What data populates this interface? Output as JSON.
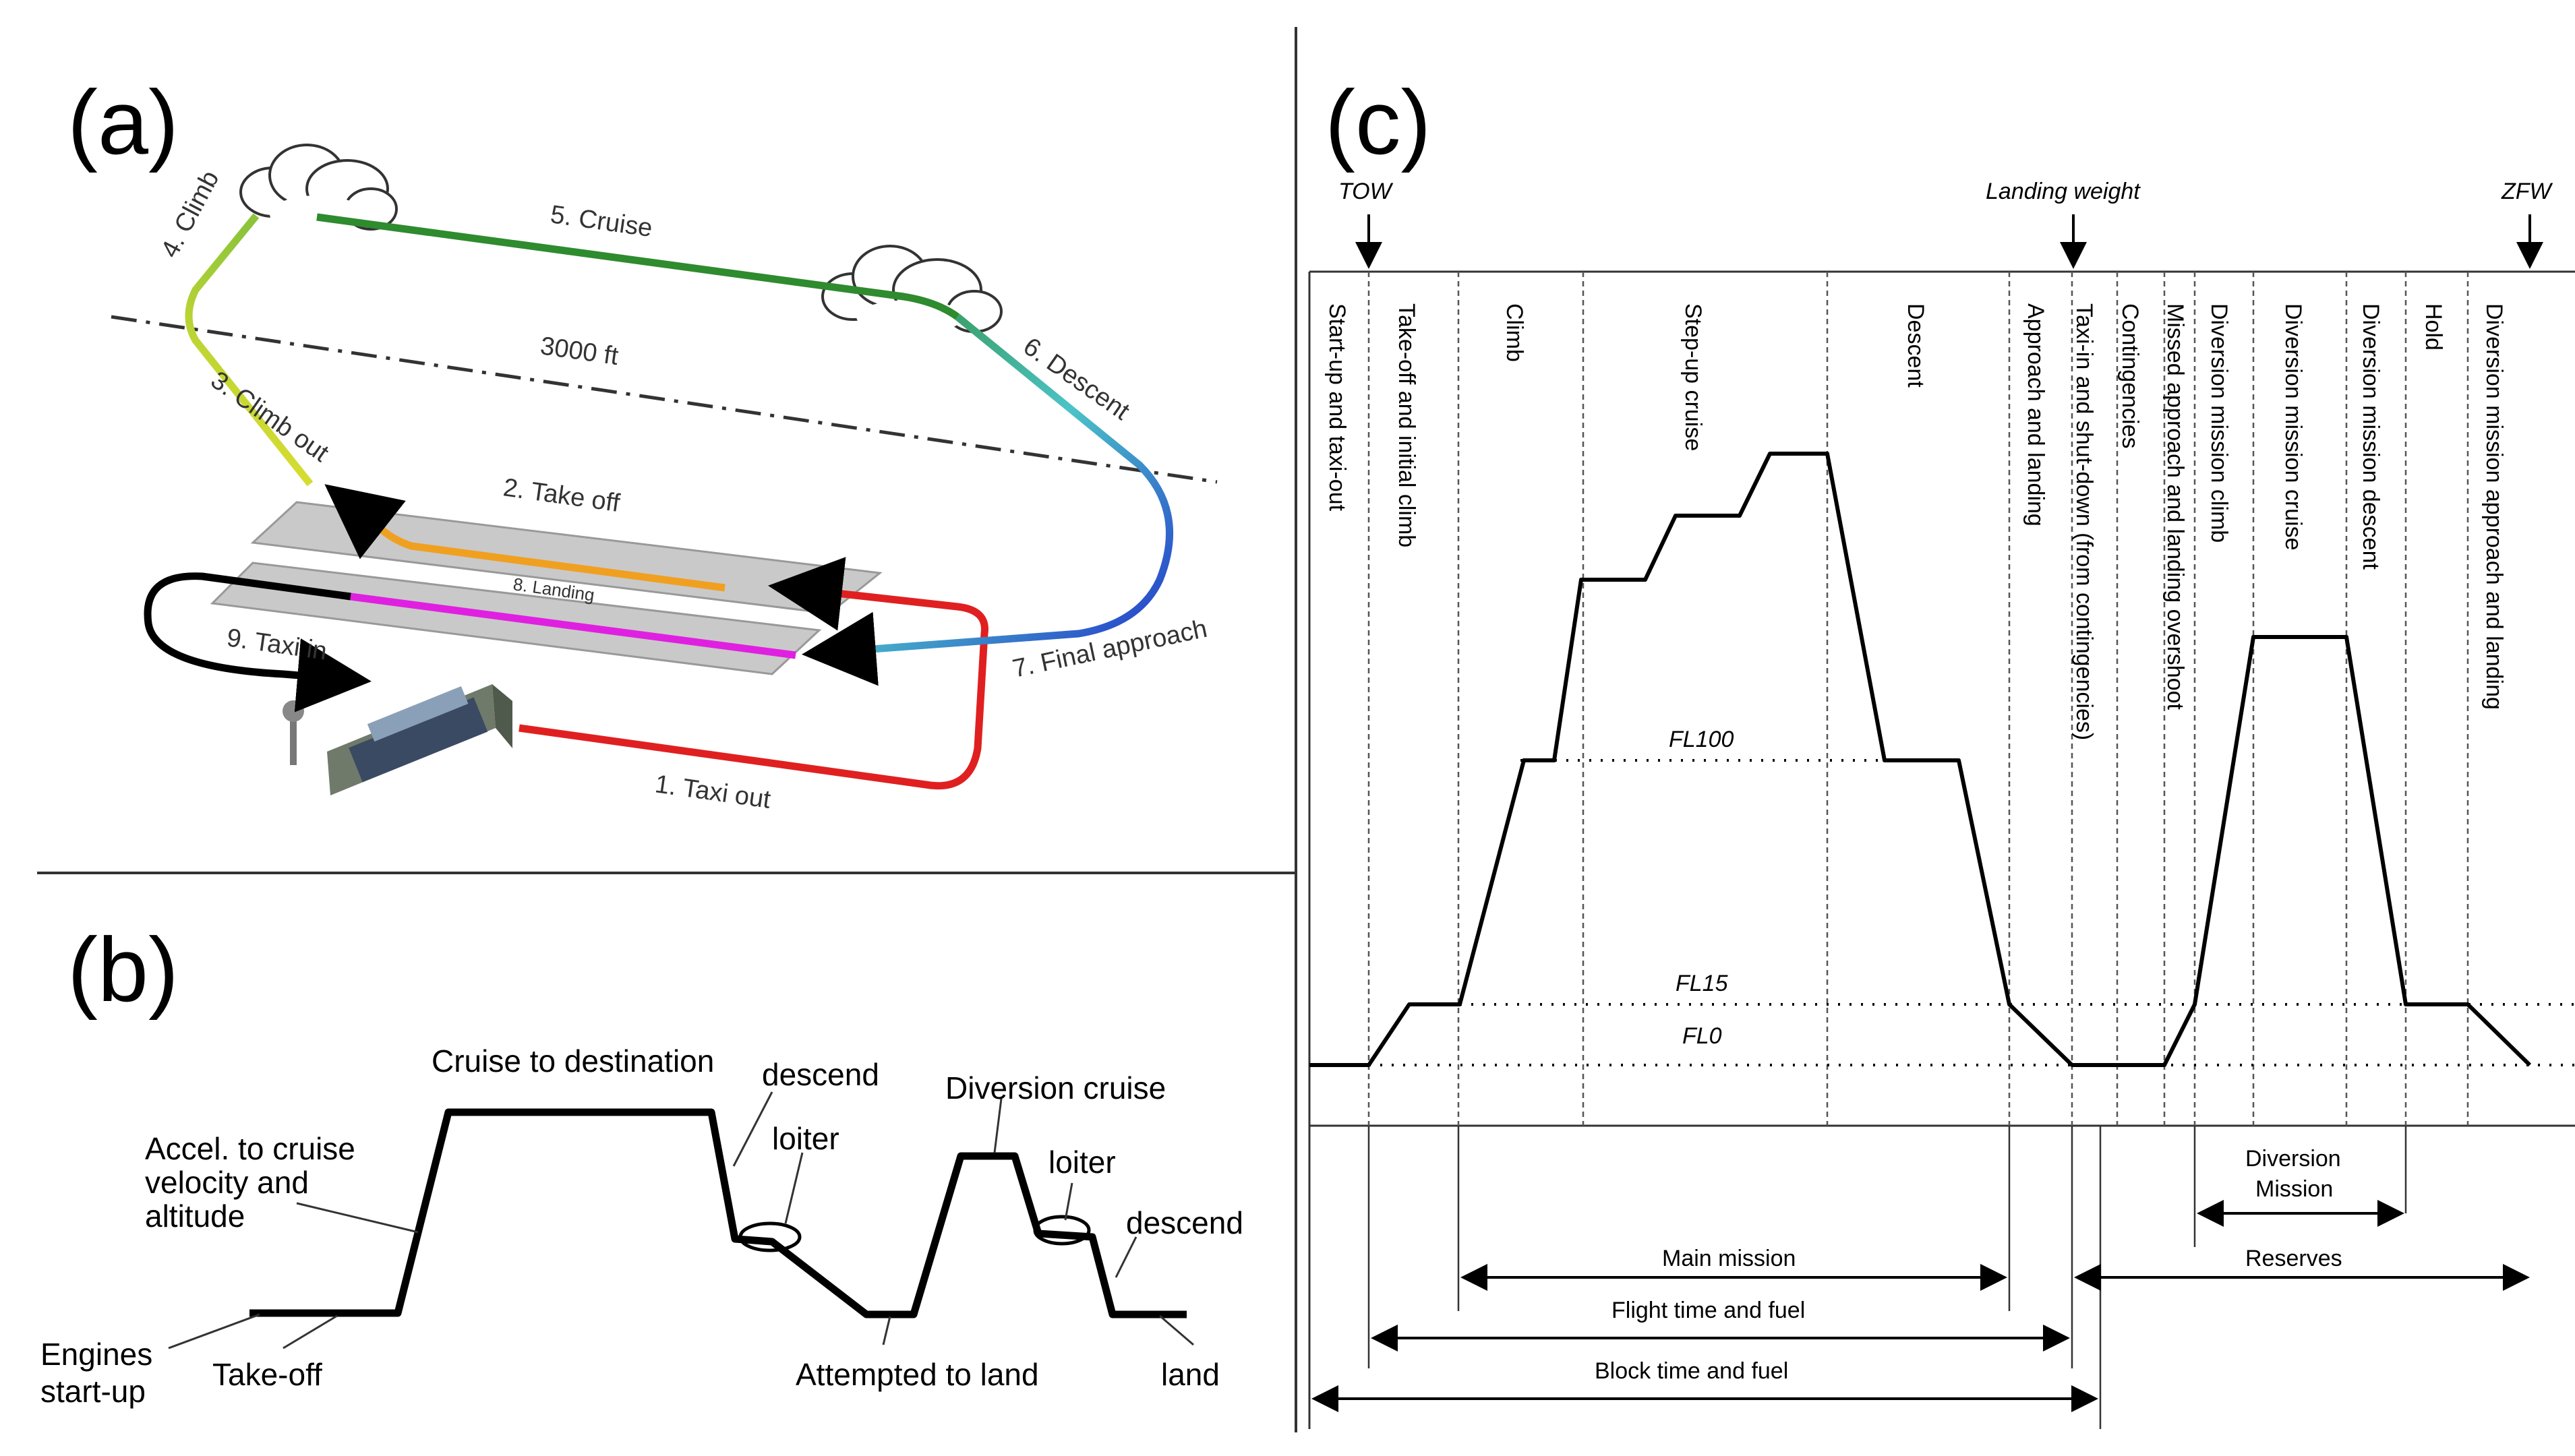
{
  "panels": {
    "a": {
      "label": "(a)",
      "phases": {
        "climb": "4. Climb",
        "cruise": "5. Cruise",
        "descent": "6. Descent",
        "altitude": "3000 ft",
        "climb_out": "3. Climb out",
        "take_off": "2. Take off",
        "landing": "8. Landing",
        "taxi_in": "9. Taxi in",
        "final_approach": "7. Final approach",
        "taxi_out": "1. Taxi out"
      },
      "colors": {
        "climb_out": "#f2e62c",
        "climb": "#8cc43a",
        "cruise": "#2e8b2e",
        "descent": "#4cc3c8",
        "final_approach": "#2233cc",
        "taxi_out": "#e02020",
        "take_off": "#f0a020",
        "landing": "#e020e0",
        "taxi_in": "#000000"
      }
    },
    "b": {
      "label": "(b)",
      "annotations": {
        "cruise_to_destination": "Cruise to destination",
        "descend_1": "descend",
        "diversion_cruise": "Diversion cruise",
        "accel_line1": "Accel. to cruise",
        "accel_line2": "velocity and",
        "accel_line3": "altitude",
        "loiter_1": "loiter",
        "loiter_2": "loiter",
        "descend_2": "descend",
        "engines_line1": "Engines",
        "engines_line2": "start-up",
        "take_off": "Take-off",
        "attempted_to_land": "Attempted to land",
        "land": "land"
      }
    },
    "c": {
      "label": "(c)",
      "weights": {
        "tow": "TOW",
        "landing_weight": "Landing weight",
        "zfw": "ZFW"
      },
      "phases": [
        "Start-up and taxi-out",
        "Take-off and initial climb",
        "Climb",
        "Step-up cruise",
        "Descent",
        "Approach and landing",
        "Taxi-in and shut-down (from contingencies)",
        "Contingencies",
        "Missed approach and landing overshoot",
        "Diversion mission climb",
        "Diversion mission cruise",
        "Diversion mission descent",
        "Hold",
        "Diversion mission approach and landing"
      ],
      "levels": {
        "fl100": "FL100",
        "fl15": "FL15",
        "fl0": "FL0"
      },
      "spans": {
        "diversion_line1": "Diversion",
        "diversion_line2": "Mission",
        "main_mission": "Main mission",
        "reserves": "Reserves",
        "flight_time": "Flight time and fuel",
        "block_time": "Block time and fuel"
      }
    }
  }
}
